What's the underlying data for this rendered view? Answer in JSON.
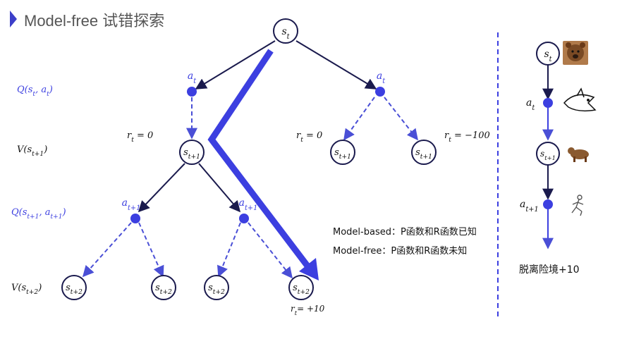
{
  "slide": {
    "title": "Model-free 试错探索"
  },
  "left_labels": {
    "q_st_at": "Q(s_t, a_t)",
    "v_st1": "V(s_{t+1})",
    "q_st1_at1": "Q(s_{t+1}, a_{t+1})",
    "v_st2": "V(s_{t+2})"
  },
  "nodes": {
    "root": "s_t",
    "s_t1_left": "s_{t+1}",
    "s_t1_mid": "s_{t+1}",
    "s_t1_right": "s_{t+1}",
    "s_t2": "s_{t+2}"
  },
  "actions": {
    "a_t": "a_t",
    "a_t1": "a_{t+1}"
  },
  "rewards": {
    "r_left": "r_t = 0",
    "r_mid": "r_t = 0",
    "r_right": "r_t = −100",
    "r_final": "r_t= +10"
  },
  "notes": {
    "model_based": "Model-based：P函数和R函数已知",
    "model_free": "Model-free：P函数和R函数未知"
  },
  "right_panel": {
    "s_t": "s_t",
    "a_t": "a_t",
    "s_t1": "s_{t+1}",
    "a_t1": "a_{t+1}",
    "outcome": "脱离险境+10"
  },
  "icons": [
    "bear-face-icon",
    "shark-icon",
    "bear-icon",
    "running-person-icon"
  ],
  "colors": {
    "node_stroke": "#1a1a4d",
    "accent_blue": "#3c3fe0",
    "dashed_blue": "#4a4fd6",
    "label_blue": "#3c3fe0",
    "text": "#111111"
  }
}
